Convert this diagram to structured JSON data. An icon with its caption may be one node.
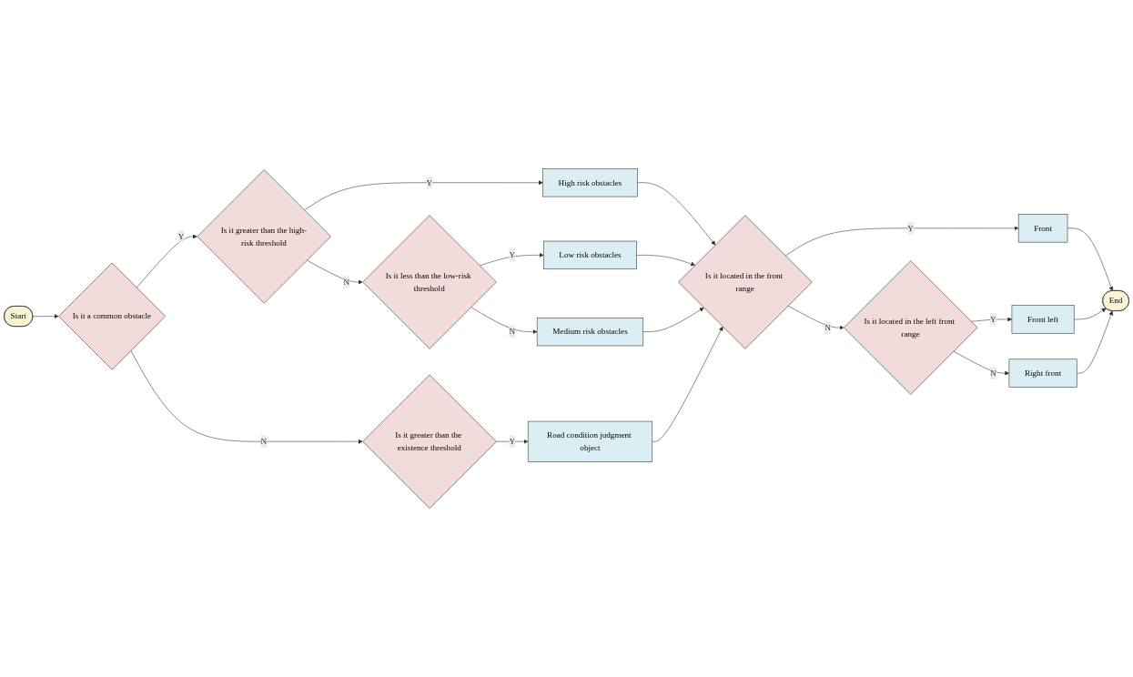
{
  "diagram": {
    "nodes": [
      {
        "text": [
          "Start"
        ]
      },
      {
        "text": [
          "Is it a common obstacle"
        ]
      },
      {
        "text": [
          "Is it greater than the high-risk threshold"
        ]
      },
      {
        "text": [
          "High risk obstacles"
        ]
      },
      {
        "text": [
          "Is it less than the low-risk threshold"
        ]
      },
      {
        "text": [
          "Low risk obstacles"
        ]
      },
      {
        "text": [
          "Medium risk obstacles"
        ]
      },
      {
        "text": [
          "Is it greater than the existence threshold"
        ]
      },
      {
        "text": [
          "Road condition judgment object"
        ]
      },
      {
        "text": [
          "Is it located in the front range"
        ]
      },
      {
        "text": [
          "Front"
        ]
      },
      {
        "text": [
          "End"
        ]
      },
      {
        "text": [
          "Is it located in the left front range"
        ]
      },
      {
        "text": [
          "Front left"
        ]
      },
      {
        "text": [
          "Right front"
        ]
      }
    ],
    "edges": [
      {
        "from": 0,
        "to": 1,
        "arrow": "to"
      },
      {
        "from": 1,
        "to": 2,
        "arrow": "to",
        "label": "Y"
      },
      {
        "from": 1,
        "to": 7,
        "arrow": "to",
        "label": "N"
      },
      {
        "from": 2,
        "to": 3,
        "arrow": "to",
        "label": "Y"
      },
      {
        "from": 2,
        "to": 4,
        "arrow": "to",
        "label": "N"
      },
      {
        "from": 4,
        "to": 5,
        "arrow": "to",
        "label": "Y"
      },
      {
        "from": 4,
        "to": 6,
        "arrow": "to",
        "label": "N"
      },
      {
        "from": 7,
        "to": 8,
        "arrow": "to",
        "label": "Y"
      },
      {
        "from": 3,
        "to": 9,
        "arrow": "to"
      },
      {
        "from": 5,
        "to": 9,
        "arrow": "to"
      },
      {
        "from": 6,
        "to": 9,
        "arrow": "to"
      },
      {
        "from": 8,
        "to": 9,
        "arrow": "to"
      },
      {
        "from": 9,
        "to": 10,
        "arrow": "to",
        "label": "Y"
      },
      {
        "from": 9,
        "to": 12,
        "arrow": "to",
        "label": "N"
      },
      {
        "from": 10,
        "to": 11,
        "arrow": "to"
      },
      {
        "from": 12,
        "to": 13,
        "arrow": "to",
        "label": "Y"
      },
      {
        "from": 12,
        "to": 14,
        "arrow": "to",
        "label": "N"
      },
      {
        "from": 13,
        "to": 11,
        "arrow": "to"
      },
      {
        "from": 14,
        "to": 11,
        "arrow": "to"
      }
    ]
  }
}
